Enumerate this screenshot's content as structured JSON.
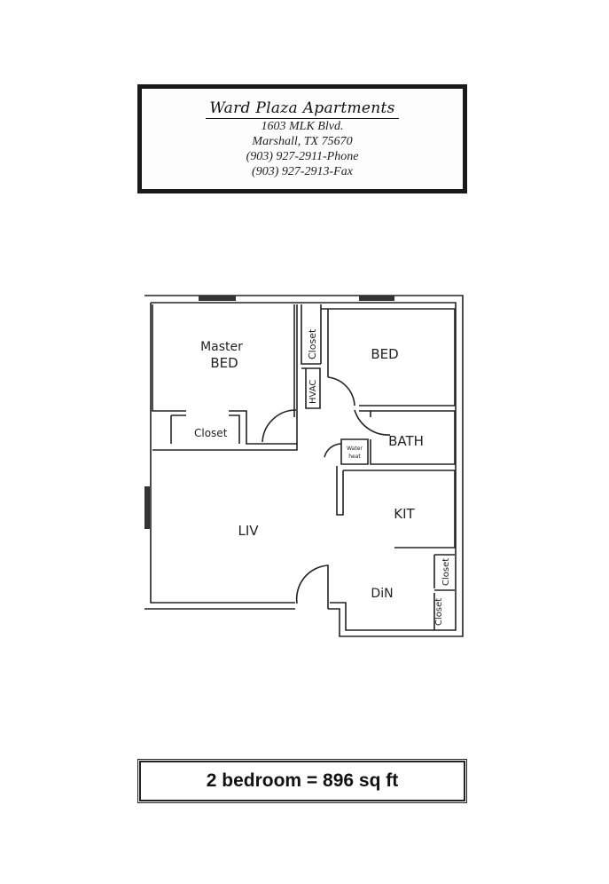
{
  "header": {
    "title": "Ward Plaza Apartments",
    "address": "1603 MLK Blvd.",
    "city": "Marshall, TX 75670",
    "phone": "(903) 927-2911-Phone",
    "fax": "(903) 927-2913-Fax"
  },
  "floor_plan": {
    "rooms": {
      "master_bed_1": "Master",
      "master_bed_2": "BED",
      "master_closet": "Closet",
      "closet_hall": "Closet",
      "hvac": "HVAC",
      "bed": "BED",
      "bath": "BATH",
      "water_heater_1": "Water",
      "water_heater_2": "heat",
      "kitchen": "KIT",
      "living": "LIV",
      "dining": "DiN",
      "din_closet_1": "Closet",
      "din_closet_2": "Closet"
    }
  },
  "footer": {
    "summary": "2 bedroom = 896 sq ft"
  }
}
